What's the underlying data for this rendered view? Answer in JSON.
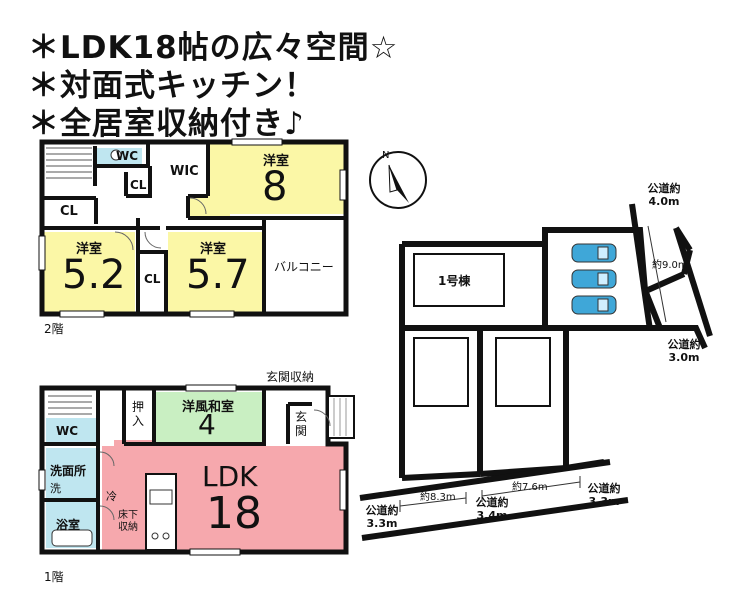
{
  "headlines": [
    "＊LDK18帖の広々空間☆",
    "＊対面式キッチン！",
    "＊全居室収納付き♪"
  ],
  "floor2": {
    "label": "2階",
    "rooms": {
      "wc": "WC",
      "wic": "WIC",
      "cl_top": "CL",
      "cl_left": "CL",
      "cl_mid": "CL",
      "western_big_name": "洋室",
      "western_big_size": "8",
      "western_a_name": "洋室",
      "western_a_size": "5.2",
      "western_b_name": "洋室",
      "western_b_size": "5.7",
      "balcony": "バルコニー"
    }
  },
  "floor1": {
    "label": "1階",
    "rooms": {
      "entrance_storage": "玄関収納",
      "oshiire": "押入",
      "washitsu_name": "洋風和室",
      "washitsu_size": "4",
      "genkan": "玄関",
      "wc": "WC",
      "senmenjo": "洗面所",
      "sen": "洗",
      "reizo": "冷",
      "yukashita": "床下収納",
      "yokushitsu": "浴室",
      "ldk_name": "LDK",
      "ldk_size": "18"
    }
  },
  "site": {
    "building": "1号棟",
    "roads": {
      "top_right": "公道約4.0m",
      "right_width": "約9.0m",
      "right_lower": "公道約3.0m",
      "bottom_left": "公道約3.3m",
      "bottom_mid": "公道約3.4m",
      "bottom_right": "公道約3.3m",
      "span_left": "約8.3m",
      "span_right": "約7.6m"
    },
    "compass": "N"
  },
  "colors": {
    "western": "#fbf7a6",
    "washitsu": "#c9efc2",
    "ldk": "#f6a8ad",
    "wet": "#bfe6f0",
    "wall": "#111111"
  }
}
